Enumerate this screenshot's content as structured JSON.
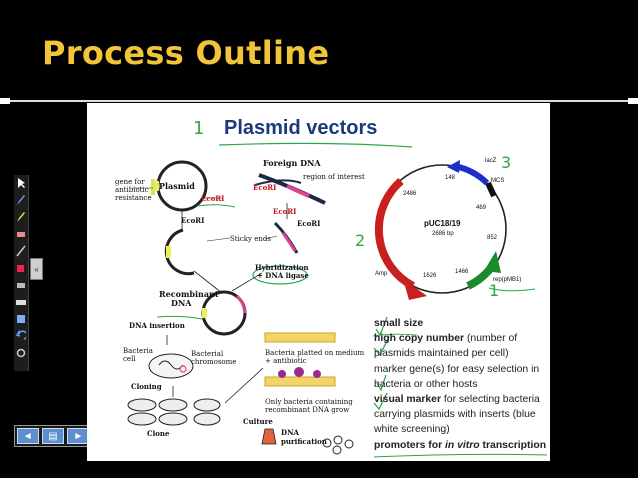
{
  "page": {
    "title": "Process Outline"
  },
  "slide": {
    "heading_number": "1",
    "heading": "Plasmid vectors",
    "diagram": {
      "gene_label": [
        "gene for",
        "antibiotic",
        "resistance"
      ],
      "plasmid": "Plasmid",
      "ecori_1": "EcoRI",
      "ecori_2": "EcoRI",
      "ecori_3": "EcoRI",
      "ecori_4": "EcoRI",
      "ecori_5": "EcoRI",
      "foreign_dna": "Foreign DNA",
      "region": "region of interest",
      "sticky_ends": "Sticky ends",
      "hybridization": "Hybridization",
      "ligase": "+ DNA ligase",
      "recombinant": "Recombinant",
      "dna": "DNA",
      "dna_insertion": "DNA insertion",
      "bacteria_cell": [
        "Bacteria",
        "cell"
      ],
      "bact_chrom": [
        "Bacterial",
        "chromosome"
      ],
      "plated": [
        "Bacteria platted on medium",
        "+ antibiotic"
      ],
      "cloning": "Cloning",
      "clone": "Clone",
      "only_bacteria": [
        "Only bacteria containing",
        "recombinant DNA grow"
      ],
      "culture": "Culture",
      "purification": [
        "DNA",
        "purification"
      ]
    },
    "puc_map": {
      "name": "pUC18/19",
      "size": "2686 bp",
      "labels": [
        "lacZ",
        "MCS",
        "148",
        "469",
        "852",
        "2486",
        "1626",
        "1466",
        "rep(pMB1)",
        "Amp"
      ],
      "annotations": [
        "3",
        "2",
        "1"
      ]
    },
    "bullets": [
      {
        "text": "small size",
        "bold": true
      },
      {
        "bold_part": "high copy number",
        "text": " (number of"
      },
      {
        "text": "plasmids maintained per cell)"
      },
      {
        "text": "marker gene(s) for easy selection in"
      },
      {
        "text": "bacteria or other hosts"
      },
      {
        "bold_part": "visual marker",
        "text": " for selecting bacteria"
      },
      {
        "text": "carrying plasmids with inserts (blue"
      },
      {
        "text": "white screening)"
      },
      {
        "bold_part": "promoters for ",
        "italic_part": "in vitro",
        "bold_tail": " transcription"
      }
    ]
  },
  "toolbar": {
    "tools": [
      "pointer-icon",
      "pen-icon",
      "highlighter-icon",
      "eraser-icon",
      "line-icon",
      "fill-icon",
      "eraser-all-icon",
      "keyboard-icon",
      "text-icon",
      "undo-icon",
      "settings-icon"
    ],
    "collapse_glyph": "«"
  },
  "nav": {
    "prev": "◄",
    "menu": "▤",
    "next": "►"
  },
  "colors": {
    "title": "#f2c43a",
    "heading": "#1a3a7c",
    "annotation_green": "#2ca44a",
    "arrow_red": "#c8201e",
    "arrow_green": "#1a8a2a",
    "arrow_blue": "#1c2fc9"
  }
}
